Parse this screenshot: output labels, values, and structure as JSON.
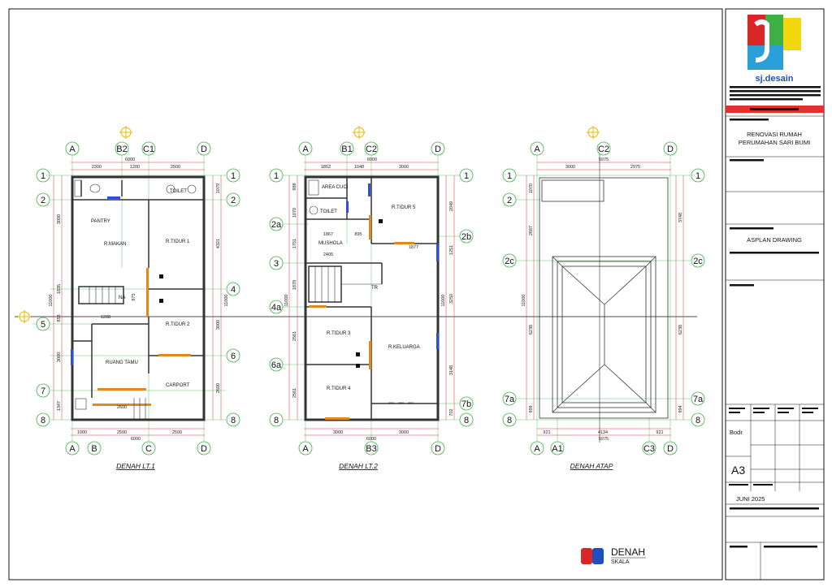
{
  "plans": {
    "lt1": {
      "caption": "DENAH LT.1",
      "grid_top": [
        "A",
        "B2",
        "C1",
        "D"
      ],
      "grid_bottom": [
        "A",
        "B",
        "C",
        "D"
      ],
      "grid_rows": [
        "1",
        "2",
        "4",
        "5",
        "6",
        "7",
        "8"
      ],
      "dims_top_total": "6000",
      "dims_top": [
        "2300",
        "1200",
        "2500"
      ],
      "dims_bottom_total": "6000",
      "dims_bottom": [
        "1000",
        "2500",
        "2500"
      ],
      "dims_left": [
        "3000",
        "1835",
        "853",
        "3000",
        "1347"
      ],
      "dims_left_total": "11000",
      "dims_right": [
        "1079",
        "4321",
        "3000",
        "2600"
      ],
      "dims_right_total": "11000",
      "inner_dims": [
        "1208",
        "875",
        "2600"
      ],
      "rooms": [
        "TOILET",
        "PANTRY",
        "R.MAKAN",
        "R.TIDUR 1",
        "R.TIDUR 2",
        "RUANG TAMU",
        "CARPORT",
        "NA"
      ]
    },
    "lt2": {
      "caption": "DENAH LT.2",
      "grid_top": [
        "A",
        "B1",
        "C2",
        "D"
      ],
      "grid_bottom": [
        "A",
        "B3",
        "D"
      ],
      "grid_left": [
        "1",
        "2a",
        "3",
        "4a",
        "6a",
        "8"
      ],
      "grid_right": [
        "1",
        "2b",
        "7b",
        "8"
      ],
      "dims_top_total": "6000",
      "dims_top": [
        "1852",
        "1048",
        "3000"
      ],
      "dims_bottom_total": "6000",
      "dims_bottom": [
        "3000",
        "3000"
      ],
      "dims_left": [
        "988",
        "1070",
        "1751",
        "1878",
        "2561",
        "2561"
      ],
      "dims_left_total": "11000",
      "dims_right": [
        "2049",
        "1251",
        "3250",
        "3148",
        "702"
      ],
      "dims_right_total": "11000",
      "inner_dims": [
        "1867",
        "895",
        "1877",
        "2405"
      ],
      "rooms": [
        "AREA CUCI",
        "TOILET",
        "R.TIDUR 5",
        "MUSHOLA",
        "TR",
        "R.TIDUR 3",
        "R.KELUARGA",
        "R.TIDUR 4"
      ]
    },
    "atap": {
      "caption": "DENAH ATAP",
      "grid_top": [
        "A",
        "C2",
        "D"
      ],
      "grid_bottom": [
        "A",
        "A1",
        "C3",
        "D"
      ],
      "grid_left": [
        "1",
        "2",
        "2c",
        "7a",
        "8"
      ],
      "grid_right": [
        "1",
        "2c",
        "7a",
        "8"
      ],
      "dims_top_total": "5975",
      "dims_top": [
        "3000",
        "2975"
      ],
      "dims_bottom_total": "5975",
      "dims_bottom": [
        "921",
        "4134",
        "921"
      ],
      "dims_left": [
        "1070",
        "2687",
        "6238",
        "998"
      ],
      "dims_left_total": "11000",
      "dims_right": [
        "3748",
        "6238",
        "994"
      ]
    }
  },
  "logo": {
    "brand": "sj.desain",
    "stamp_brand": "DENAH",
    "stamp_sub": "SKALA"
  },
  "title_block": {
    "project_line1": "RENOVASI RUMAH",
    "project_line2": "PERUMAHAN SARI BUMI",
    "drawing_title": "ASPLAN DRAWING",
    "drawer": "Bodr",
    "paper_size": "A3",
    "date": "JUNI 2025"
  },
  "colors": {
    "grid_bubble": "#3cb043",
    "dim_line": "#d93030",
    "wall": "#333333",
    "door": "#e08a1e",
    "window": "#2b4fd6",
    "axis_marker": "#e6b800"
  }
}
